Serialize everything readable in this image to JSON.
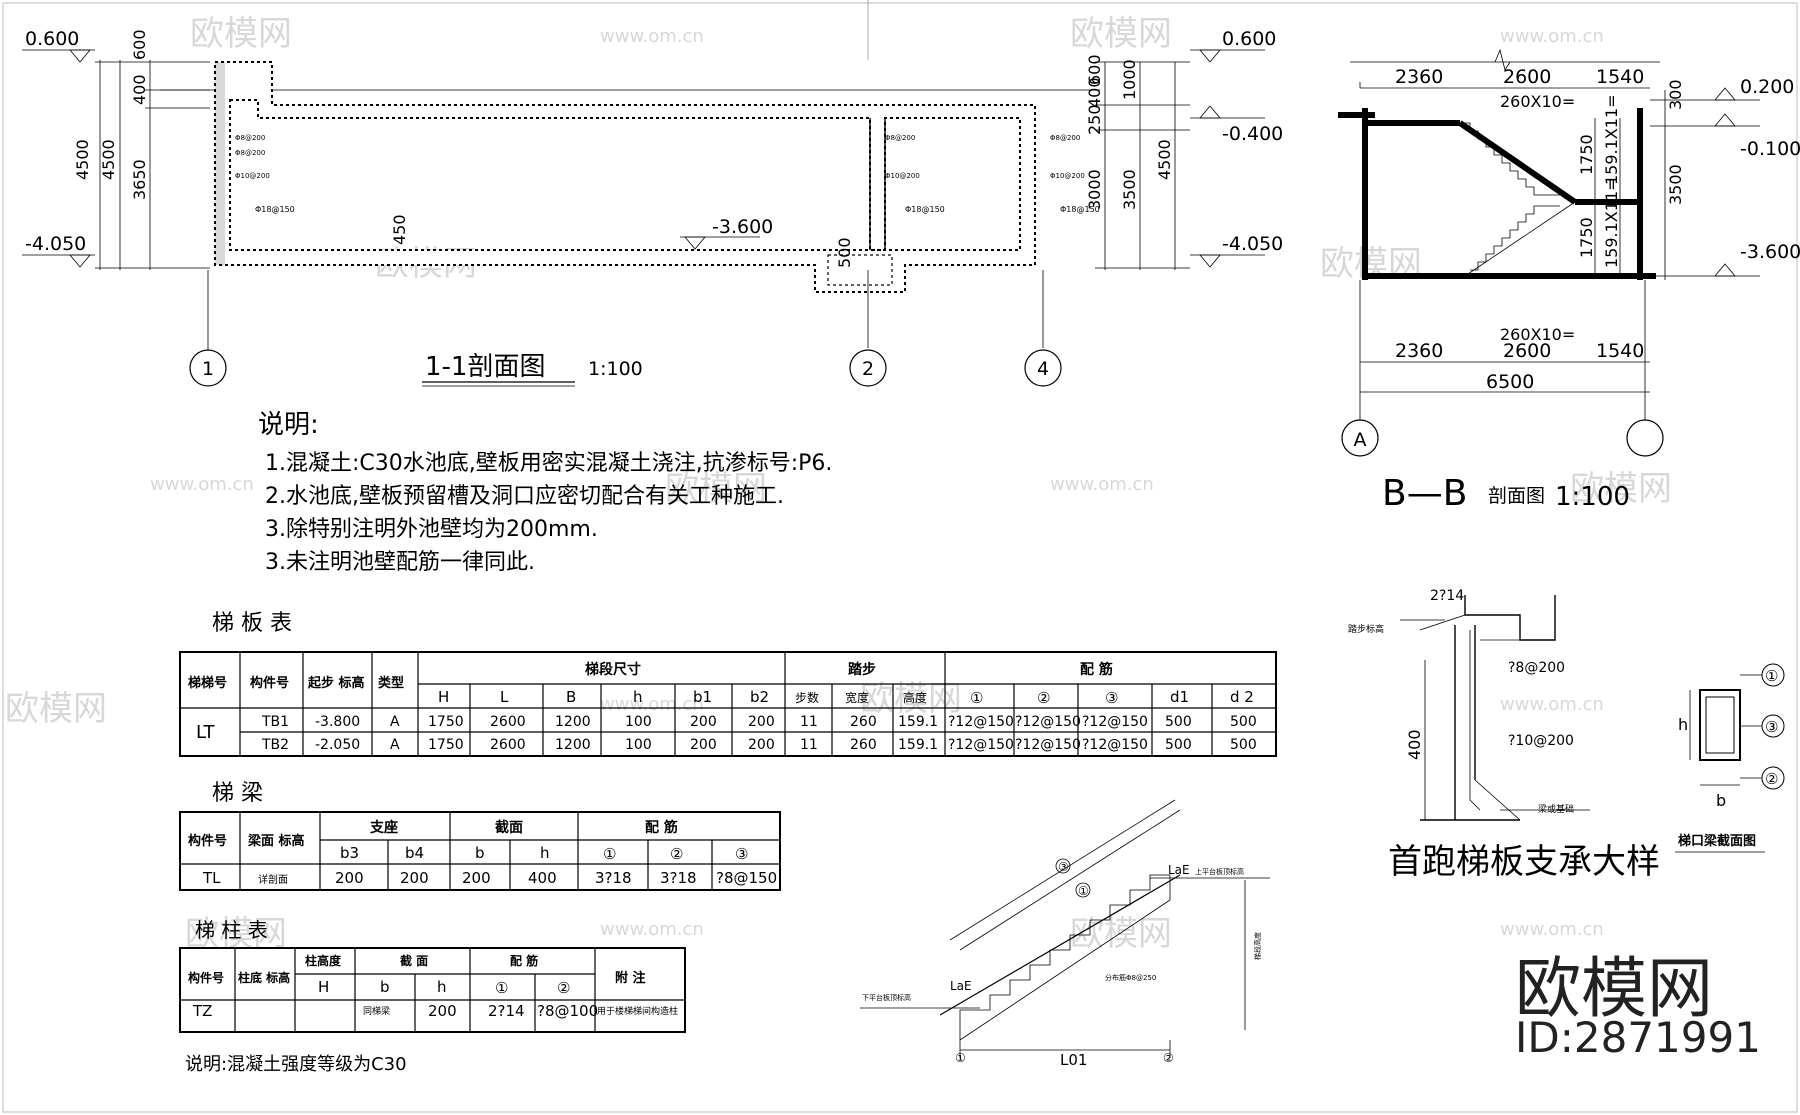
{
  "section_11": {
    "title": "1-1剖面图",
    "scale": "1:100",
    "levels_left": [
      "0.600",
      "-4.050"
    ],
    "levels_right": [
      "0.600",
      "-0.400",
      "-4.050"
    ],
    "level_mid": "-3.600",
    "dims_left": [
      "600",
      "400",
      "4500",
      "4500",
      "3650"
    ],
    "dims_right": [
      "600",
      "400",
      "250",
      "1000",
      "3000",
      "3500",
      "4500"
    ],
    "dim_pit": "500",
    "dim_mid": "450",
    "rebar": [
      "Φ8@200",
      "Φ8@200",
      "Φ10@200",
      "Φ18@150"
    ],
    "axes": [
      "1",
      "2",
      "4"
    ]
  },
  "section_bb": {
    "title": "B—B",
    "title_suffix": "剖面图",
    "scale": "1:100",
    "top_dims": [
      "2360",
      "2600",
      "1540"
    ],
    "top_note": "260X10=",
    "bottom_note": "260X10=",
    "bottom_dims": [
      "2360",
      "2600",
      "1540"
    ],
    "total": "6500",
    "flight_dims": [
      "1750",
      "1750"
    ],
    "flight_notes": [
      "159.1X11=",
      "159.1X11="
    ],
    "height": "3500",
    "side_dims": [
      "300"
    ],
    "levels": [
      "0.200",
      "-0.100",
      "-3.600"
    ],
    "axes": [
      "A",
      ""
    ]
  },
  "notes": {
    "heading": "说明:",
    "items": [
      "1.混凝土:C30水池底,壁板用密实混凝土浇注,抗渗标号:P6.",
      "2.水池底,壁板预留槽及洞口应密切配合有关工种施工.",
      "3.除特别注明外池壁均为200mm.",
      "3.未注明池壁配筋一律同此."
    ]
  },
  "stair_slab_table": {
    "title": "梯 板 表",
    "head1": [
      "梯梯号",
      "构件号",
      "起步 标高",
      "类型",
      "梯段尺寸",
      "踏步",
      "配 筋"
    ],
    "head2": [
      "H",
      "L",
      "B",
      "h",
      "b1",
      "b2",
      "步数",
      "宽度",
      "高度",
      "①",
      "②",
      "③",
      "d1",
      "d 2"
    ],
    "group": "LT",
    "rows": [
      [
        "TB1",
        "-3.800",
        "A",
        "1750",
        "2600",
        "1200",
        "100",
        "200",
        "200",
        "11",
        "260",
        "159.1",
        "?12@150",
        "?12@150",
        "?12@150",
        "500",
        "500"
      ],
      [
        "TB2",
        "-2.050",
        "A",
        "1750",
        "2600",
        "1200",
        "100",
        "200",
        "200",
        "11",
        "260",
        "159.1",
        "?12@150",
        "?12@150",
        "?12@150",
        "500",
        "500"
      ]
    ]
  },
  "beam_table": {
    "title": "梯 梁",
    "head1": [
      "构件号",
      "梁面 标高",
      "支座",
      "截面",
      "配 筋"
    ],
    "head2": [
      "b3",
      "b4",
      "b",
      "h",
      "①",
      "②",
      "③"
    ],
    "row": [
      "TL",
      "详剖面",
      "200",
      "200",
      "200",
      "400",
      "3?18",
      "3?18",
      "?8@150"
    ]
  },
  "column_table": {
    "title": "梯 柱 表",
    "head1": [
      "构件号",
      "柱底 标高",
      "柱高度",
      "截 面",
      "配 筋",
      "附 注"
    ],
    "head2": [
      "H",
      "b",
      "h",
      "①",
      "②"
    ],
    "row": [
      "TZ",
      "",
      "",
      "同梯梁",
      "200",
      "2?14",
      "?8@100",
      "用于楼梯梯间构造柱"
    ],
    "note": "说明:混凝土强度等级为C30"
  },
  "detail": {
    "title": "首跑梯板支承大样",
    "rebar_top": "2?14",
    "label_step": "踏步标高",
    "rebar1": "?8@200",
    "rebar2": "?10@200",
    "dim": "400",
    "label_base": "梁或基础",
    "beam_title": "梯口梁截面图",
    "beam_h": "h",
    "beam_b": "b",
    "beam_marks": [
      "①",
      "③",
      "②"
    ]
  },
  "stair_diagram": {
    "marks": [
      "③",
      "①"
    ],
    "lae_top": "LaE",
    "lae_bottom": "LaE",
    "label_top": "上平台板顶标高",
    "label_bottom": "下平台板顶标高",
    "label_dist": "分布筋Φ8@250",
    "label_height": "梯段高度",
    "l01": "L01",
    "end_marks": [
      "①",
      "②"
    ]
  },
  "brand": {
    "name": "欧模网",
    "id": "ID:2871991",
    "wm_logo": "欧模网",
    "wm_url": "www.om.cn"
  }
}
